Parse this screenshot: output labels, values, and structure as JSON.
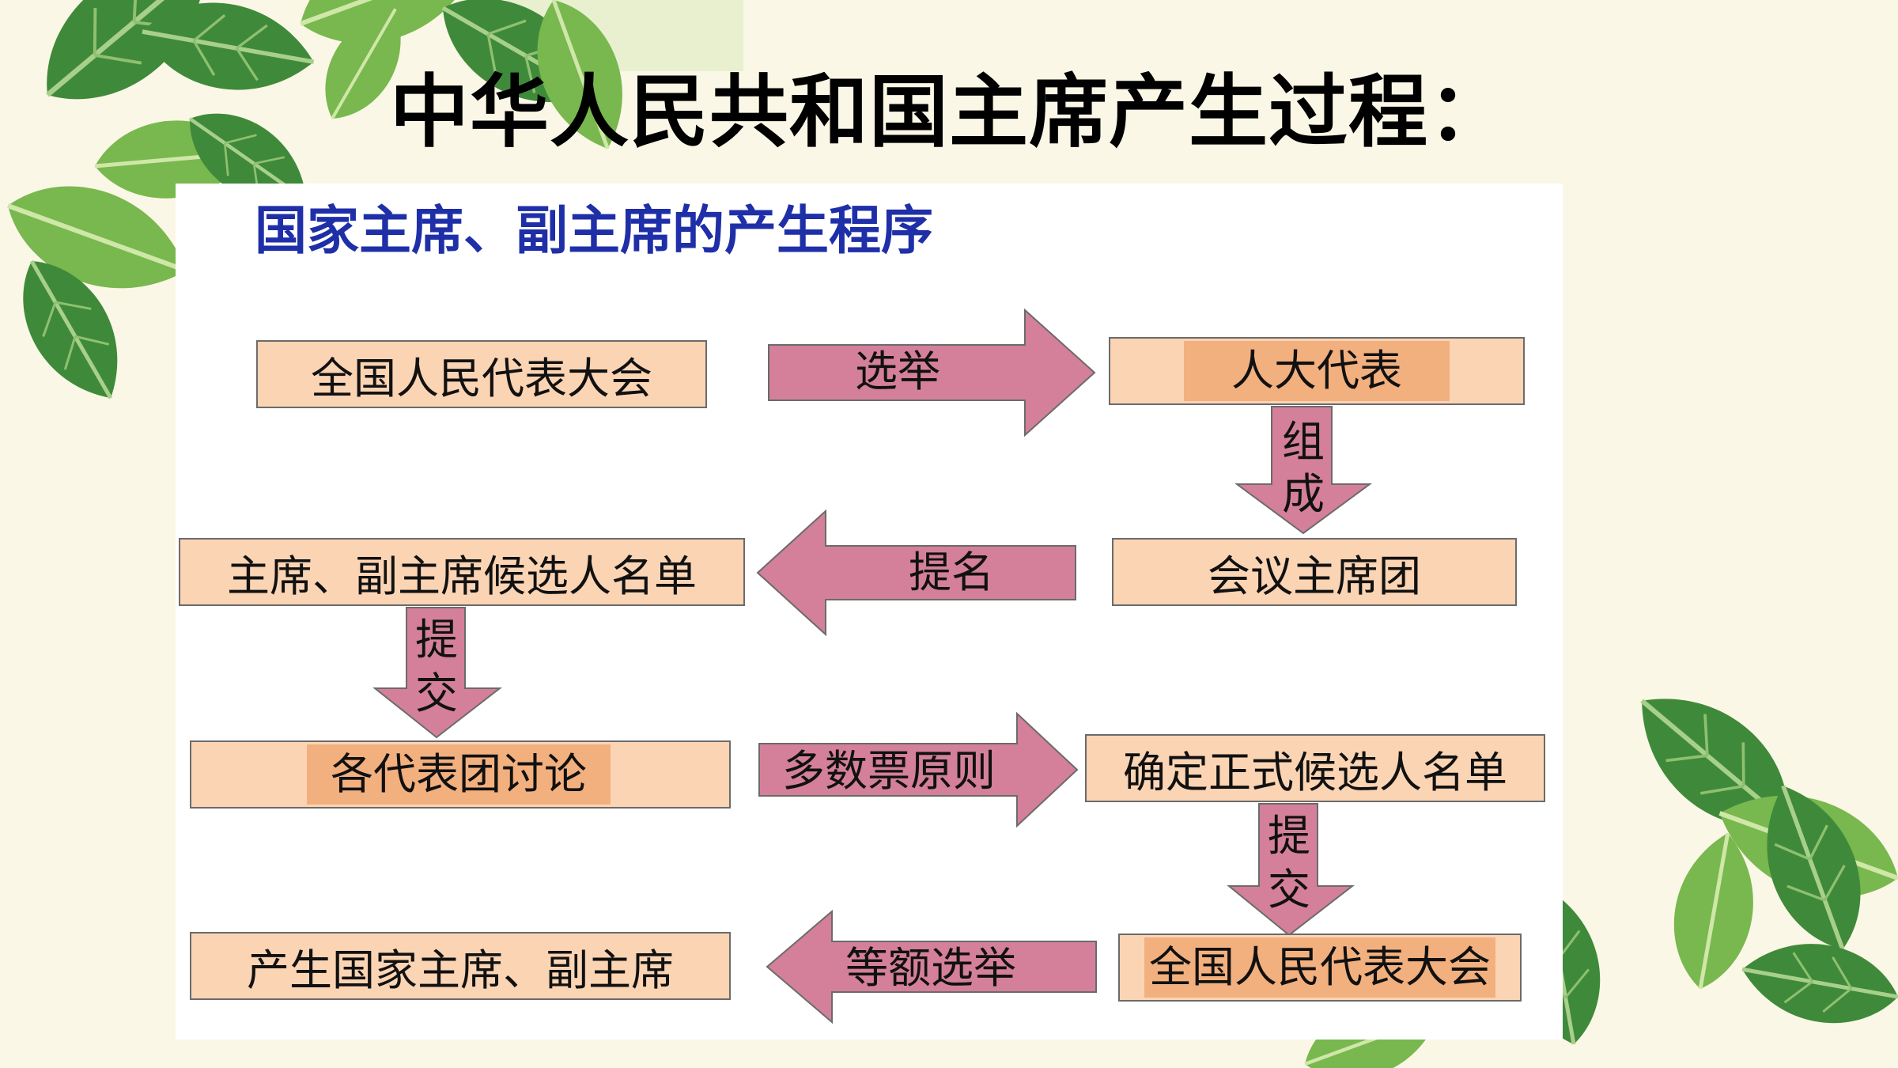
{
  "slide_title": "中华人民共和国主席产生过程：",
  "diagram": {
    "subtitle": "国家主席、副主席的产生程序",
    "nodes": {
      "npc": "全国人民代表大会",
      "deputies": "人大代表",
      "presidium": "会议主席团",
      "candidate_list": "主席、副主席候选人名单",
      "delegation_discussion": "各代表团讨论",
      "formal_list": "确定正式候选人名单",
      "npc_final": "全国人民代表大会",
      "result": "产生国家主席、副主席"
    },
    "arrows": {
      "elect": "选举",
      "form_1": "组",
      "form_2": "成",
      "nominate": "提名",
      "submit_a_1": "提",
      "submit_a_2": "交",
      "majority": "多数票原则",
      "submit_b_1": "提",
      "submit_b_2": "交",
      "equal_election": "等额选举"
    }
  },
  "colors": {
    "box_fill": "#fbd4b4",
    "box_highlight": "#f2b07f",
    "arrow_fill": "#d4809a",
    "subtitle": "#1f2fa8"
  }
}
